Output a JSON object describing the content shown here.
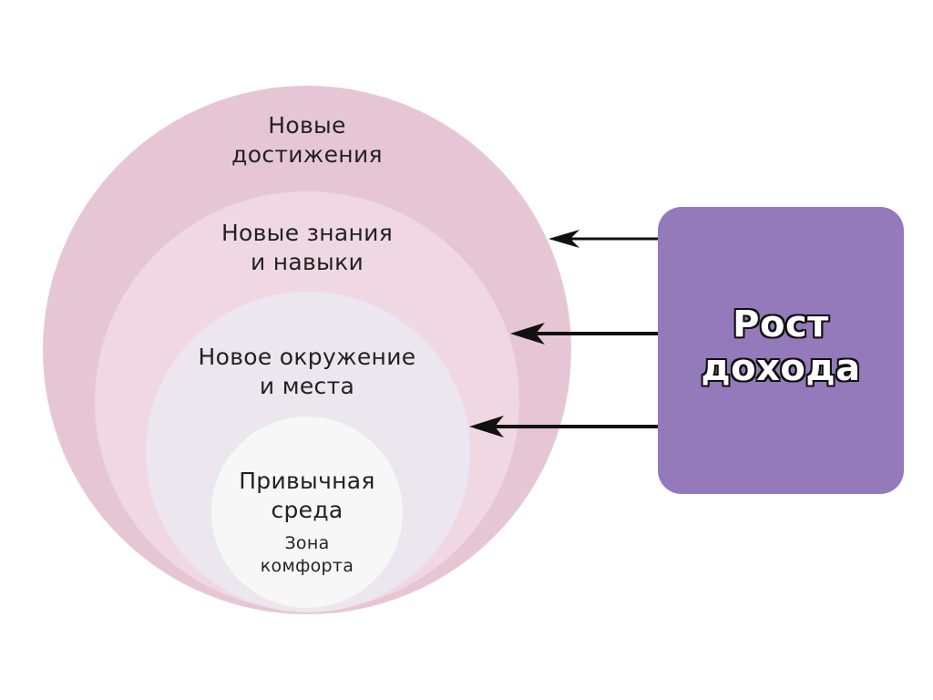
{
  "colors": {
    "ring_outer": "#e6c6d5",
    "ring_second": "#efd8e2",
    "ring_third": "#ece6ee",
    "ring_core": "#f7f7f7",
    "box": "#9479bb",
    "arrow": "#111111"
  },
  "rings": [
    {
      "lines": [
        "Новые",
        "достижения"
      ]
    },
    {
      "lines": [
        "Новые знания",
        "и навыки"
      ]
    },
    {
      "lines": [
        "Новое окружение",
        "и места"
      ]
    },
    {
      "lines": [
        "Привычная",
        "среда"
      ]
    }
  ],
  "core_note": {
    "lines": [
      "Зона",
      "комфорта"
    ]
  },
  "growth_box": {
    "lines": [
      "Рост",
      "дохода"
    ]
  },
  "icons": [
    "arrow-left-icon",
    "arrow-left-icon",
    "arrow-left-icon"
  ]
}
